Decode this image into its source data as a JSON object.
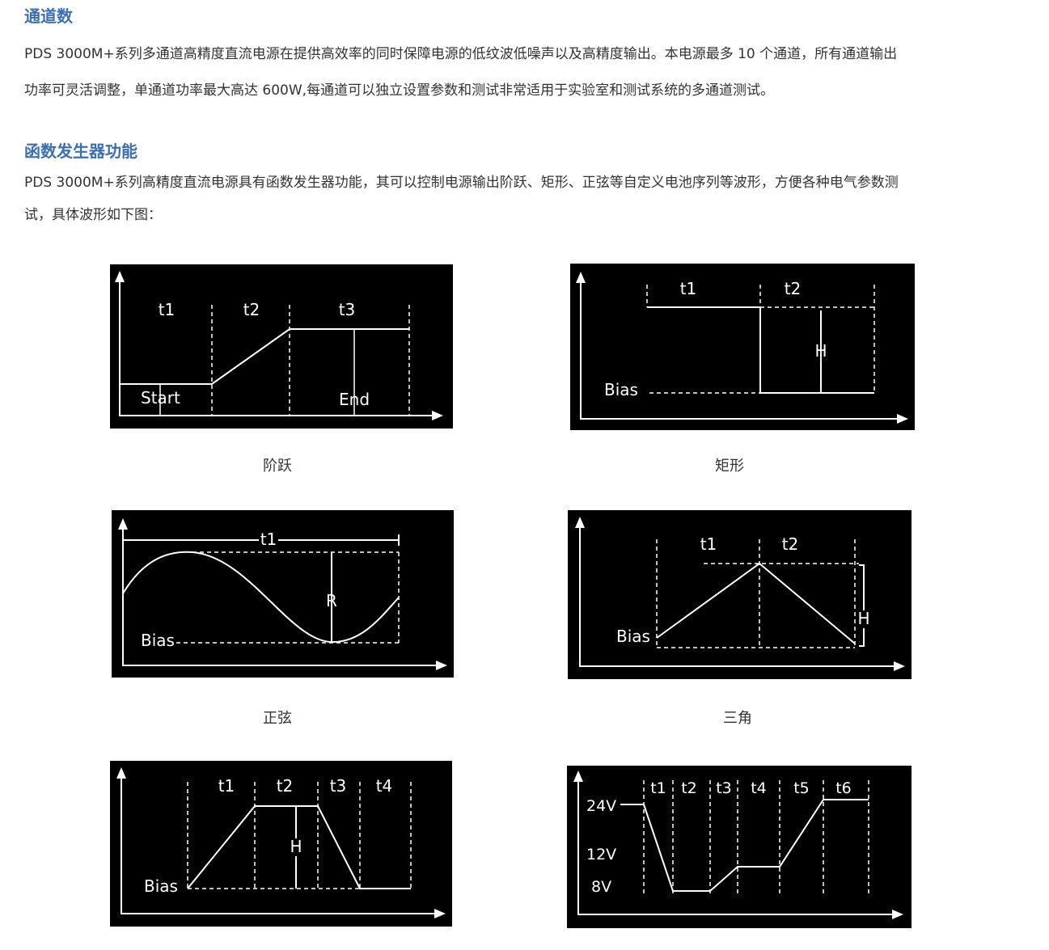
{
  "section1": {
    "heading": "通道数",
    "line1": "PDS 3000M+系列多通道高精度直流电源在提供高效率的同时保障电源的低纹波低噪声以及高精度输出。本电源最多 10 个通道，所有通道输出",
    "line2": "功率可灵活调整，单通道功率最大高达 600W,每通道可以独立设置参数和测试非常适用于实验室和测试系统的多通道测试。"
  },
  "section2": {
    "heading": "函数发生器功能",
    "line1": "PDS 3000M+系列高精度直流电源具有函数发生器功能，其可以控制电源输出阶跃、矩形、正弦等自定义电池序列等波形，方便各种电气参数测",
    "line2": "试，具体波形如下图："
  },
  "diagrams": {
    "step": {
      "caption": "阶跃",
      "t1": "t1",
      "t2": "t2",
      "t3": "t3",
      "start": "Start",
      "end": "End"
    },
    "rect": {
      "caption": "矩形",
      "t1": "t1",
      "t2": "t2",
      "h": "H",
      "bias": "Bias"
    },
    "sine": {
      "caption": "正弦",
      "t1": "t1",
      "r": "R",
      "bias": "Bias"
    },
    "tri": {
      "caption": "三角",
      "t1": "t1",
      "t2": "t2",
      "h": "H",
      "bias": "Bias"
    },
    "trap": {
      "t1": "t1",
      "t2": "t2",
      "t3": "t3",
      "t4": "t4",
      "h": "H",
      "bias": "Bias"
    },
    "seq": {
      "t1": "t1",
      "t2": "t2",
      "t3": "t3",
      "t4": "t4",
      "t5": "t5",
      "t6": "t6",
      "v24": "24V",
      "v12": "12V",
      "v8": "8V"
    }
  }
}
